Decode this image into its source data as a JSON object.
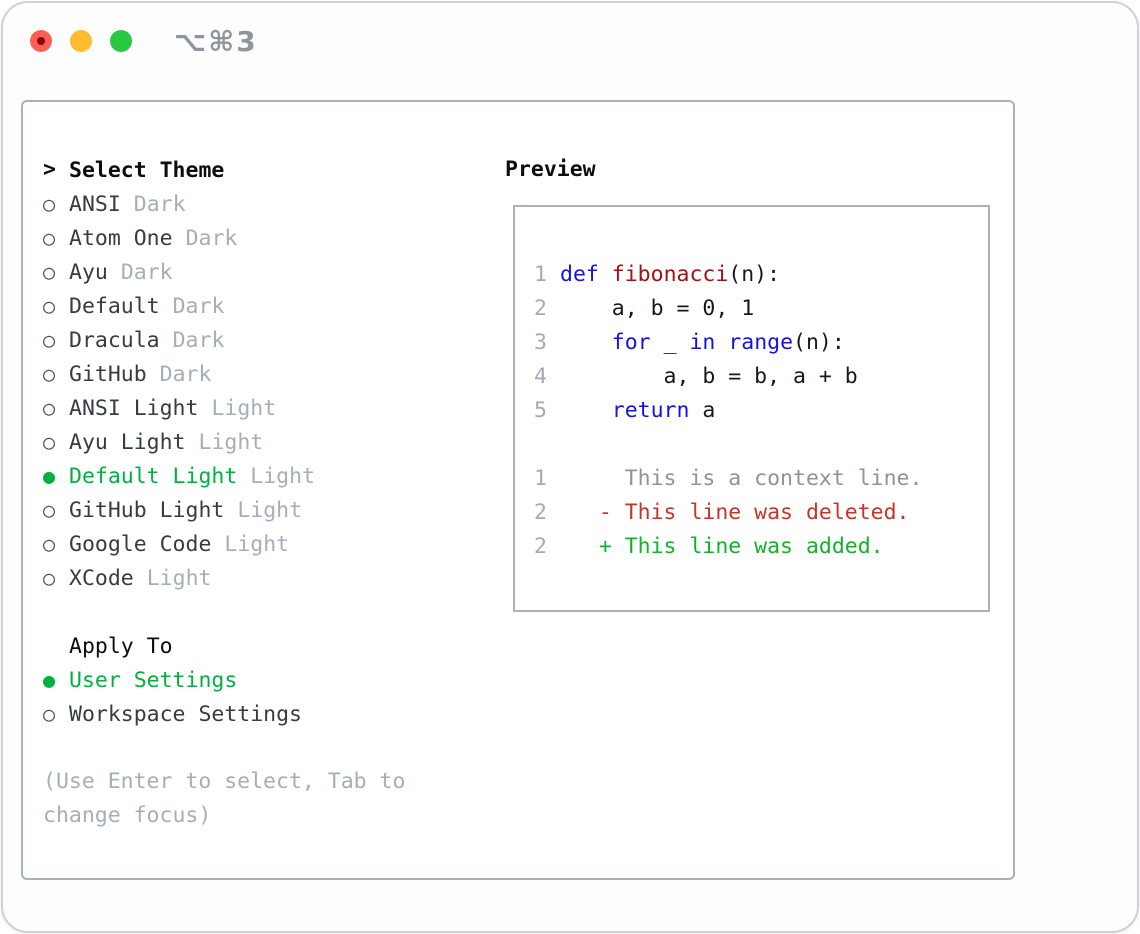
{
  "window": {
    "title": "⌥⌘3"
  },
  "glyphs": {
    "radio_unselected": "○",
    "radio_selected": "●"
  },
  "colors": {
    "keyword": "#1414e0",
    "function": "#a31212",
    "code": "#15181c",
    "line_number": "#a3abb6",
    "context": "#8d949e",
    "deleted": "#c9342a",
    "added": "#13b22a",
    "selected_green": "#00b140",
    "item_text": "#363b44",
    "variant_tag": "#a6aeba",
    "help_text": "#a6aeba",
    "header_text": "#0b0d10",
    "border": "#a9b1bb",
    "titlebar_text": "#8f959d",
    "traffic_red": "#ff5f57",
    "traffic_red_dot": "#890a05",
    "traffic_yellow": "#febc2e",
    "traffic_green": "#28c840"
  },
  "theme_picker": {
    "header": {
      "prefix": ">",
      "label": "Select Theme"
    },
    "items": [
      {
        "label": "ANSI",
        "tag": "Dark",
        "selected": false
      },
      {
        "label": "Atom One",
        "tag": "Dark",
        "selected": false
      },
      {
        "label": "Ayu",
        "tag": "Dark",
        "selected": false
      },
      {
        "label": "Default",
        "tag": "Dark",
        "selected": false
      },
      {
        "label": "Dracula",
        "tag": "Dark",
        "selected": false
      },
      {
        "label": "GitHub",
        "tag": "Dark",
        "selected": false
      },
      {
        "label": "ANSI Light",
        "tag": "Light",
        "selected": false
      },
      {
        "label": "Ayu Light",
        "tag": "Light",
        "selected": false
      },
      {
        "label": "Default Light",
        "tag": "Light",
        "selected": true
      },
      {
        "label": "GitHub Light",
        "tag": "Light",
        "selected": false
      },
      {
        "label": "Google Code",
        "tag": "Light",
        "selected": false
      },
      {
        "label": "XCode",
        "tag": "Light",
        "selected": false
      }
    ],
    "apply_to": {
      "header": "Apply To",
      "options": [
        {
          "label": "User Settings",
          "selected": true
        },
        {
          "label": "Workspace Settings",
          "selected": false
        }
      ]
    },
    "help": "(Use Enter to select, Tab to change focus)"
  },
  "preview": {
    "header": "Preview",
    "lines": [
      {
        "num": "1",
        "tokens": [
          [
            "kw",
            "def"
          ],
          [
            "plain",
            " "
          ],
          [
            "fn",
            "fibonacci"
          ],
          [
            "plain",
            "(n):"
          ]
        ]
      },
      {
        "num": "2",
        "tokens": [
          [
            "plain",
            "    a, b = 0, 1"
          ]
        ]
      },
      {
        "num": "3",
        "tokens": [
          [
            "plain",
            "    "
          ],
          [
            "kw",
            "for"
          ],
          [
            "plain",
            " _ "
          ],
          [
            "kw",
            "in"
          ],
          [
            "plain",
            " "
          ],
          [
            "kw",
            "range"
          ],
          [
            "plain",
            "(n):"
          ]
        ]
      },
      {
        "num": "4",
        "tokens": [
          [
            "plain",
            "        a, b = b, a + b"
          ]
        ]
      },
      {
        "num": "5",
        "tokens": [
          [
            "plain",
            "    "
          ],
          [
            "kw",
            "return"
          ],
          [
            "plain",
            " a"
          ]
        ]
      },
      {
        "num": "",
        "tokens": []
      },
      {
        "num": "1",
        "tokens": [
          [
            "ctx",
            "     This is a context line."
          ]
        ]
      },
      {
        "num": "2",
        "tokens": [
          [
            "del",
            "   - This line was deleted."
          ]
        ]
      },
      {
        "num": "2",
        "tokens": [
          [
            "add",
            "   + This line was added."
          ]
        ]
      }
    ]
  }
}
